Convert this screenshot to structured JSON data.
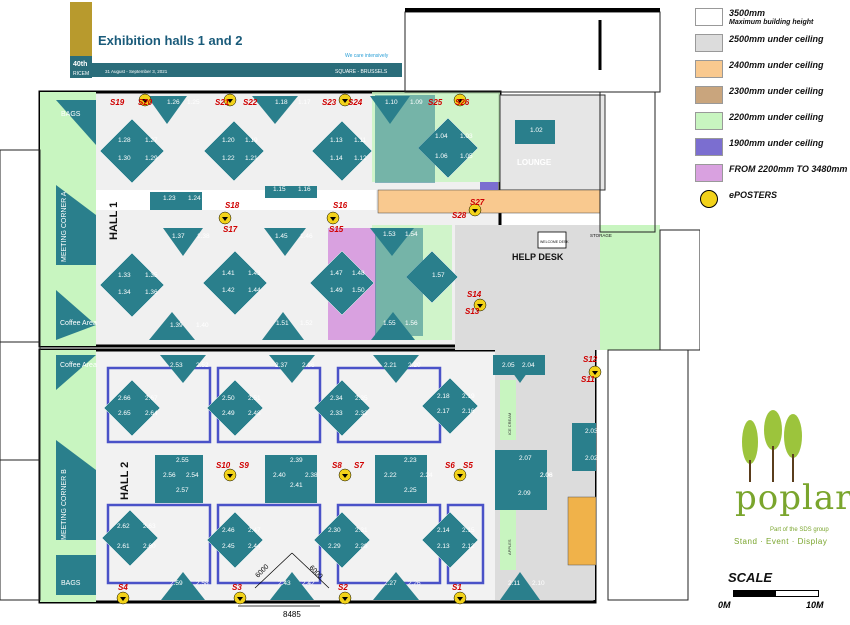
{
  "header": {
    "title": "Exhibition halls 1 and 2",
    "anniversary": "40th",
    "org": "RICEM",
    "dates": "31 August - September 3, 2021",
    "venue": "SQUARE - BRUSSELS",
    "tagline": "We care intensively"
  },
  "halls": {
    "hall1": "HALL 1",
    "hall2": "HALL 2"
  },
  "areas": {
    "bags": "BAGS",
    "meeting_a": "MEETING CORNER A",
    "meeting_b": "MEETING CORNER B",
    "coffee": "Coffee Area",
    "lounge": "LOUNGE",
    "help_desk": "HELP DESK",
    "storage": "STORAGE",
    "welcome": "WELCOME DESK",
    "ice_cream": "ICE CREAM",
    "apples": "APPLES"
  },
  "dimensions": {
    "d1": "6000",
    "d2": "6000",
    "d3": "8485"
  },
  "colors": {
    "booth": "#2a7f8c",
    "hall_floor": "#f0f0f0",
    "green_zone": "#c8f5c0",
    "orange": "#f9c98f",
    "brown": "#c9a57d",
    "violet": "#7b6ed0",
    "pink": "#d9a1e0",
    "light_grey": "#dcdcdc",
    "truss": "#4a52c8",
    "poster_red": "#d00000",
    "brand_green": "#7aa52d"
  },
  "legend": [
    {
      "label": "3500mm",
      "sub": "Maximum building height",
      "color": "#ffffff"
    },
    {
      "label": "2500mm under ceiling",
      "color": "#dcdcdc"
    },
    {
      "label": "2400mm under ceiling",
      "color": "#f9c98f"
    },
    {
      "label": "2300mm under ceiling",
      "color": "#c9a57d"
    },
    {
      "label": "2200mm under ceiling",
      "color": "#c8f5c0"
    },
    {
      "label": "1900mm under ceiling",
      "color": "#7b6ed0"
    },
    {
      "label": "FROM 2200mm TO 3480mm",
      "color": "#d9a1e0"
    },
    {
      "label": "ePOSTERS",
      "color": "#f2d21a",
      "icon": "eposter-icon"
    }
  ],
  "brand": {
    "name": "poplar",
    "sub": "Part of the SDS group",
    "tag": "Stand · Event · Display"
  },
  "scale": {
    "title": "SCALE",
    "left": "0M",
    "right": "10M"
  },
  "booths": [
    {
      "id": "1.26",
      "d": "v"
    },
    {
      "id": "1.25",
      "d": "v"
    },
    {
      "id": "1.18",
      "d": "v"
    },
    {
      "id": "1.17",
      "d": "v"
    },
    {
      "id": "1.10",
      "d": "v"
    },
    {
      "id": "1.09",
      "d": "v"
    },
    {
      "id": "1.28",
      "d": "r"
    },
    {
      "id": "1.27",
      "d": "r"
    },
    {
      "id": "1.30",
      "d": "r"
    },
    {
      "id": "1.29",
      "d": "r"
    },
    {
      "id": "1.20",
      "d": "r"
    },
    {
      "id": "1.19",
      "d": "r"
    },
    {
      "id": "1.22",
      "d": "r"
    },
    {
      "id": "1.21",
      "d": "r"
    },
    {
      "id": "1.13",
      "d": "r"
    },
    {
      "id": "1.11",
      "d": "r"
    },
    {
      "id": "1.14",
      "d": "r"
    },
    {
      "id": "1.12",
      "d": "r"
    },
    {
      "id": "1.04",
      "d": "r"
    },
    {
      "id": "1.03",
      "d": "r"
    },
    {
      "id": "1.06",
      "d": "r"
    },
    {
      "id": "1.05",
      "d": "r"
    },
    {
      "id": "1.02",
      "d": "s"
    },
    {
      "id": "1.23",
      "d": "s"
    },
    {
      "id": "1.24",
      "d": "s"
    },
    {
      "id": "1.16",
      "d": "s"
    },
    {
      "id": "1.15",
      "d": "s"
    },
    {
      "id": "1.37",
      "d": "^"
    },
    {
      "id": "1.38",
      "d": "^"
    },
    {
      "id": "1.45",
      "d": "^"
    },
    {
      "id": "1.46",
      "d": "^"
    },
    {
      "id": "1.53",
      "d": "^"
    },
    {
      "id": "1.54",
      "d": "^"
    },
    {
      "id": "1.33",
      "d": "r"
    },
    {
      "id": "1.35",
      "d": "r"
    },
    {
      "id": "1.34",
      "d": "r"
    },
    {
      "id": "1.36",
      "d": "r"
    },
    {
      "id": "1.41",
      "d": "r"
    },
    {
      "id": "1.43",
      "d": "r"
    },
    {
      "id": "1.42",
      "d": "r"
    },
    {
      "id": "1.44",
      "d": "r"
    },
    {
      "id": "1.47",
      "d": "r"
    },
    {
      "id": "1.48",
      "d": "r"
    },
    {
      "id": "1.49",
      "d": "r"
    },
    {
      "id": "1.50",
      "d": "r"
    },
    {
      "id": "1.57",
      "d": "r"
    },
    {
      "id": "1.39",
      "d": "v"
    },
    {
      "id": "1.40",
      "d": "v"
    },
    {
      "id": "1.51",
      "d": "v"
    },
    {
      "id": "1.52",
      "d": "v"
    },
    {
      "id": "1.55",
      "d": "v"
    },
    {
      "id": "1.56",
      "d": "v"
    },
    {
      "id": "2.53",
      "d": "v"
    },
    {
      "id": "2.52",
      "d": "v"
    },
    {
      "id": "2.37",
      "d": "v"
    },
    {
      "id": "2.36",
      "d": "v"
    },
    {
      "id": "2.21",
      "d": "v"
    },
    {
      "id": "2.20",
      "d": "v"
    },
    {
      "id": "2.05",
      "d": "s"
    },
    {
      "id": "2.04",
      "d": "s"
    },
    {
      "id": "2.66",
      "d": "r"
    },
    {
      "id": "2.67",
      "d": "r"
    },
    {
      "id": "2.65",
      "d": "r"
    },
    {
      "id": "2.64",
      "d": "r"
    },
    {
      "id": "2.50",
      "d": "r"
    },
    {
      "id": "2.51",
      "d": "r"
    },
    {
      "id": "2.49",
      "d": "r"
    },
    {
      "id": "2.48",
      "d": "r"
    },
    {
      "id": "2.34",
      "d": "r"
    },
    {
      "id": "2.35",
      "d": "r"
    },
    {
      "id": "2.33",
      "d": "r"
    },
    {
      "id": "2.32",
      "d": "r"
    },
    {
      "id": "2.18",
      "d": "r"
    },
    {
      "id": "2.19",
      "d": "r"
    },
    {
      "id": "2.17",
      "d": "r"
    },
    {
      "id": "2.16",
      "d": "r"
    },
    {
      "id": "2.03",
      "d": "s"
    },
    {
      "id": "2.02",
      "d": "s"
    },
    {
      "id": "2.55",
      "d": "s"
    },
    {
      "id": "2.56",
      "d": "s"
    },
    {
      "id": "2.54",
      "d": "s"
    },
    {
      "id": "2.57",
      "d": "s"
    },
    {
      "id": "2.39",
      "d": "s"
    },
    {
      "id": "2.40",
      "d": "s"
    },
    {
      "id": "2.38",
      "d": "s"
    },
    {
      "id": "2.41",
      "d": "s"
    },
    {
      "id": "2.23",
      "d": "s"
    },
    {
      "id": "2.24",
      "d": "s"
    },
    {
      "id": "2.22",
      "d": "s"
    },
    {
      "id": "2.25",
      "d": "s"
    },
    {
      "id": "2.07",
      "d": "s"
    },
    {
      "id": "2.08",
      "d": "s"
    },
    {
      "id": "2.06",
      "d": "s"
    },
    {
      "id": "2.09",
      "d": "s"
    },
    {
      "id": "2.62",
      "d": "r"
    },
    {
      "id": "2.63",
      "d": "r"
    },
    {
      "id": "2.61",
      "d": "r"
    },
    {
      "id": "2.60",
      "d": "r"
    },
    {
      "id": "2.46",
      "d": "r"
    },
    {
      "id": "2.47",
      "d": "r"
    },
    {
      "id": "2.45",
      "d": "r"
    },
    {
      "id": "2.44",
      "d": "r"
    },
    {
      "id": "2.30",
      "d": "r"
    },
    {
      "id": "2.31",
      "d": "r"
    },
    {
      "id": "2.29",
      "d": "r"
    },
    {
      "id": "2.28",
      "d": "r"
    },
    {
      "id": "2.14",
      "d": "r"
    },
    {
      "id": "2.15",
      "d": "r"
    },
    {
      "id": "2.13",
      "d": "r"
    },
    {
      "id": "2.12",
      "d": "r"
    },
    {
      "id": "2.59",
      "d": "^"
    },
    {
      "id": "2.58",
      "d": "^"
    },
    {
      "id": "2.43",
      "d": "^"
    },
    {
      "id": "2.42",
      "d": "^"
    },
    {
      "id": "2.27",
      "d": "^"
    },
    {
      "id": "2.26",
      "d": "^"
    },
    {
      "id": "2.11",
      "d": "^"
    },
    {
      "id": "2.10",
      "d": "^"
    }
  ],
  "posters": [
    "S19",
    "S20",
    "S21",
    "S22",
    "S23",
    "S24",
    "S25",
    "S26",
    "S18",
    "S17",
    "S16",
    "S15",
    "S28",
    "S27",
    "S14",
    "S13",
    "S12",
    "S11",
    "S10",
    "S9",
    "S8",
    "S7",
    "S6",
    "S5",
    "S4",
    "S3",
    "S2",
    "S1"
  ]
}
